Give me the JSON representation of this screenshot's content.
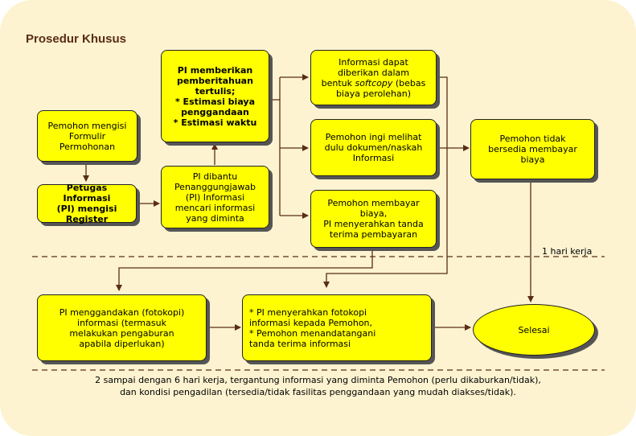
{
  "title": "Prosedur Khusus",
  "boxes": {
    "pemohon_formulir": "Pemohon mengisi\nFormulir\nPermohonan",
    "petugas_register": "Petugas Informasi\n(PI) mengisi\nRegister",
    "pi_dibantu": "PI dibantu\nPenanggungjawab\n(PI) Informasi\nmencari informasi\nyang diminta",
    "pi_pemberitahuan": "PI memberikan\npemberitahuan\ntertulis;\n* Estimasi biaya\npenggandaan\n* Estimasi waktu",
    "softcopy_pre": "Informasi dapat\ndiberikan dalam\nbentuk ",
    "softcopy_em": "softcopy",
    "softcopy_post": " (bebas\nbiaya perolehan)",
    "melihat": "Pemohon ingi melihat\ndulu dokumen/naskah\nInformasi",
    "membayar": "Pemohon membayar\nbiaya,\nPI menyerahkan tanda\nterima pembayaran",
    "tidak_bersedia": "Pemohon tidak\nbersedia membayar\nbiaya",
    "menggandakan": "PI menggandakan (fotokopi)\ninformasi (termasuk\nmelakukan pengaburan\napabila diperlukan)",
    "menyerahkan": "*  PI menyerahkan fotokopi\n   informasi kepada Pemohon,\n*  Pemohon menandatangani\n   tanda terima informasi",
    "selesai": "Selesai"
  },
  "label_hari": "1 hari kerja",
  "footnote_line1": "2 sampai dengan 6 hari kerja, tergantung informasi yang diminta Pemohon (perlu dikaburkan/tidak),",
  "footnote_line2": "dan kondisi pengadilan (tersedia/tidak fasilitas penggandaan yang mudah diakses/tidak).",
  "colors": {
    "box": "#ffff00",
    "panel": "#fdf3d0",
    "line": "#5a2d14",
    "title": "#5a2d14"
  }
}
